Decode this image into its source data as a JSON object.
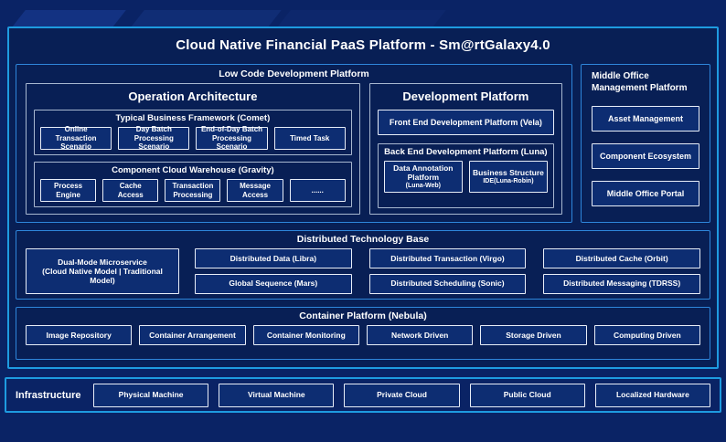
{
  "header": {
    "title": "Cloud Native Financial PaaS Platform - Sm@rtGalaxy4.0"
  },
  "low_code": {
    "label": "Low Code Development Platform",
    "operation_architecture": {
      "title": "Operation Architecture",
      "typical_business_framework": {
        "label": "Typical Business Framework (Comet)",
        "items": [
          "Online Transaction Scenario",
          "Day Batch Processing Scenario",
          "End-of-Day Batch Processing Scenario",
          "Timed Task"
        ]
      },
      "component_cloud_warehouse": {
        "label": "Component Cloud Warehouse (Gravity)",
        "items": [
          "Process Engine",
          "Cache Access",
          "Transaction Processing",
          "Message Access",
          "......"
        ]
      }
    },
    "development_platform": {
      "title": "Development Platform",
      "front_end_label": "Front End Development Platform (Vela)",
      "back_end": {
        "label": "Back End Development Platform (Luna)",
        "items": [
          {
            "name": "Data Annotation Platform",
            "code": "(Luna-Web)"
          },
          {
            "name": "Business Structure",
            "code": "IDE(Luna-Robin)"
          }
        ]
      }
    }
  },
  "middle_office": {
    "label": "Middle Office Management Platform",
    "items": [
      "Asset Management",
      "Component Ecosystem",
      "Middle Office Portal"
    ]
  },
  "distributed_technology_base": {
    "label": "Distributed Technology Base",
    "dual_mode": {
      "line1": "Dual-Mode Microservice",
      "line2": "(Cloud Native Model | Traditional Model)"
    },
    "items": [
      "Distributed Data (Libra)",
      "Distributed Transaction (Virgo)",
      "Distributed Cache (Orbit)",
      "Global Sequence (Mars)",
      "Distributed Scheduling (Sonic)",
      "Distributed Messaging (TDRSS)"
    ]
  },
  "container_platform": {
    "label": "Container Platform (Nebula)",
    "items": [
      "Image Repository",
      "Container Arrangement",
      "Container Monitoring",
      "Network Driven",
      "Storage Driven",
      "Computing Driven"
    ]
  },
  "infrastructure": {
    "label": "Infrastructure",
    "items": [
      "Physical Machine",
      "Virtual Machine",
      "Private Cloud",
      "Public Cloud",
      "Localized Hardware"
    ]
  },
  "colors": {
    "background": "#0A2365",
    "panel": "#081F55",
    "leaf_fill": "#0D2D72",
    "outer_border": "#1E9BE0",
    "section_border": "#2E86DB",
    "group_border": "#A8B8D0",
    "leaf_border": "#E8EEF8",
    "text": "#FFFFFF"
  }
}
